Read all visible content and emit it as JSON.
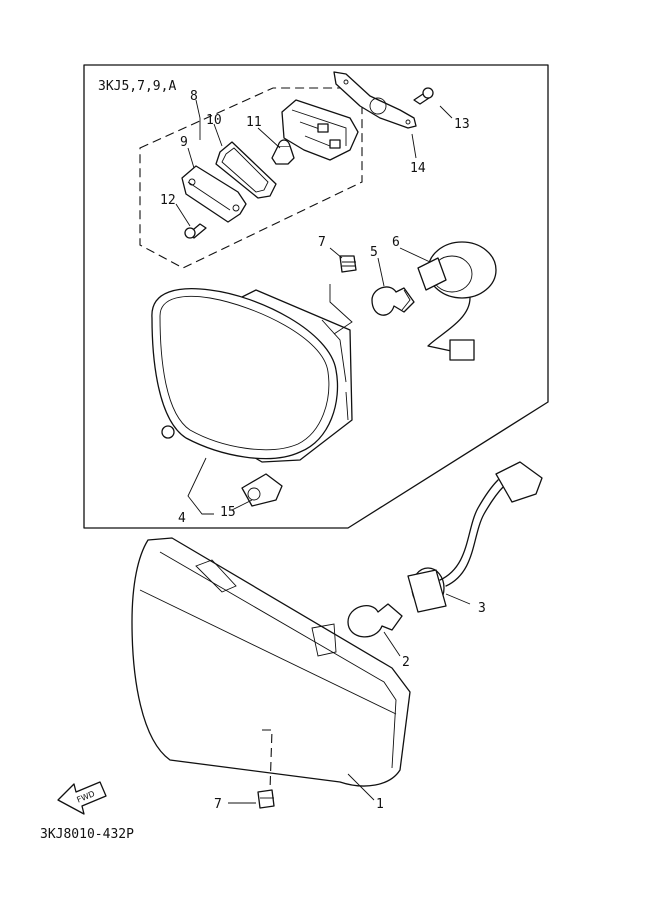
{
  "group_code": "3KJ5,7,9,A",
  "drawing_number": "3KJ8010-432P",
  "fwd_label": "FWD",
  "callouts": [
    "1",
    "2",
    "3",
    "4",
    "5",
    "6",
    "7",
    "7",
    "8",
    "9",
    "10",
    "11",
    "12",
    "13",
    "14",
    "15"
  ],
  "colors": {
    "ink": "#111111",
    "paper": "#ffffff"
  }
}
